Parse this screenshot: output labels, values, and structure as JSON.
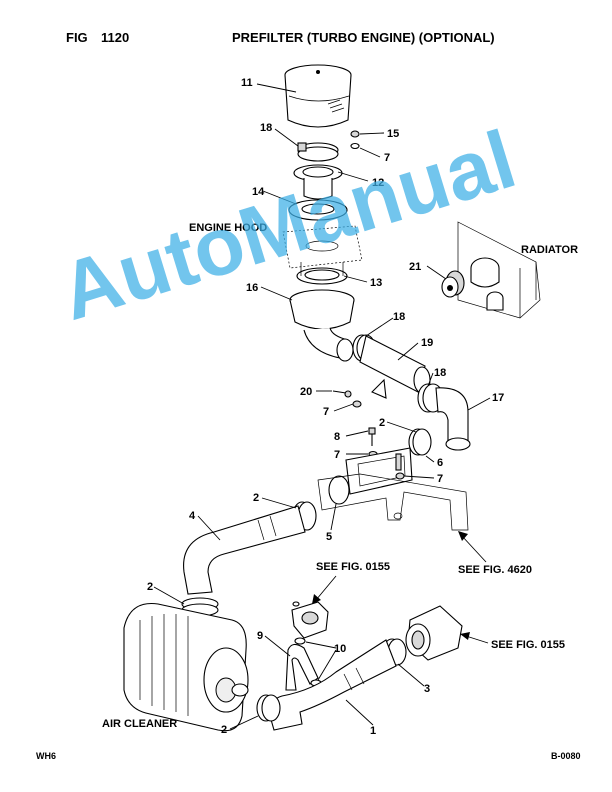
{
  "header": {
    "fig_label": "FIG",
    "fig_number": "1120",
    "title": "PREFILTER (TURBO ENGINE) (OPTIONAL)"
  },
  "labels": {
    "engine_hood": "ENGINE HOOD",
    "radiator": "RADIATOR",
    "air_cleaner": "AIR CLEANER",
    "see_fig_0155_top": "SEE FIG. 0155",
    "see_fig_0155_right": "SEE FIG. 0155",
    "see_fig_4620": "SEE FIG. 4620"
  },
  "callouts": {
    "c11": "11",
    "c18a": "18",
    "c15": "15",
    "c7a": "7",
    "c12": "12",
    "c14": "14",
    "c21": "21",
    "c13": "13",
    "c16": "16",
    "c18b": "18",
    "c19": "19",
    "c18c": "18",
    "c17": "17",
    "c20": "20",
    "c7b": "7",
    "c2a": "2",
    "c8": "8",
    "c7c": "7",
    "c6": "6",
    "c7d": "7",
    "c2b": "2",
    "c4": "4",
    "c5": "5",
    "c2c": "2",
    "c9": "9",
    "c10": "10",
    "c3": "3",
    "c2d": "2",
    "c1": "1"
  },
  "watermark": "AutoManual",
  "footer": {
    "left": "WH6",
    "right": "B-0080"
  }
}
